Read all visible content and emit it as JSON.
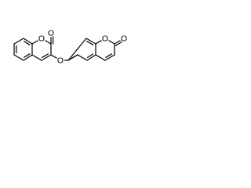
{
  "molecule": {
    "atoms": [
      {
        "symbol": ""
      },
      {
        "symbol": ""
      },
      {
        "symbol": ""
      },
      {
        "symbol": ""
      },
      {
        "symbol": ""
      },
      {
        "symbol": ""
      },
      {
        "symbol": ""
      },
      {
        "symbol": ""
      },
      {
        "symbol": ""
      },
      {
        "symbol": "O"
      },
      {
        "symbol": "O"
      },
      {
        "symbol": "O"
      },
      {
        "symbol": ""
      },
      {
        "symbol": ""
      },
      {
        "symbol": ""
      },
      {
        "symbol": ""
      },
      {
        "symbol": ""
      },
      {
        "symbol": ""
      },
      {
        "symbol": ""
      },
      {
        "symbol": ""
      },
      {
        "symbol": ""
      },
      {
        "symbol": "O"
      },
      {
        "symbol": "O"
      }
    ],
    "bonds": [
      {
        "a": 0,
        "b": 1,
        "order": 1
      },
      {
        "a": 1,
        "b": 2,
        "order": 2
      },
      {
        "a": 2,
        "b": 3,
        "order": 1
      },
      {
        "a": 3,
        "b": 4,
        "order": 2
      },
      {
        "a": 4,
        "b": 5,
        "order": 1
      },
      {
        "a": 5,
        "b": 0,
        "order": 2
      },
      {
        "a": 4,
        "b": 6,
        "order": 1
      },
      {
        "a": 6,
        "b": 7,
        "order": 2
      },
      {
        "a": 7,
        "b": 8,
        "order": 1
      },
      {
        "a": 8,
        "b": 9,
        "order": 1
      },
      {
        "a": 9,
        "b": 5,
        "order": 1
      },
      {
        "a": 8,
        "b": 10,
        "order": 2
      },
      {
        "a": 7,
        "b": 11,
        "order": 1
      },
      {
        "a": 11,
        "b": 12,
        "order": 1
      },
      {
        "a": 12,
        "b": 13,
        "order": 2
      },
      {
        "a": 13,
        "b": 14,
        "order": 1
      },
      {
        "a": 14,
        "b": 15,
        "order": 2
      },
      {
        "a": 15,
        "b": 16,
        "order": 1
      },
      {
        "a": 16,
        "b": 17,
        "order": 2
      },
      {
        "a": 17,
        "b": 12,
        "order": 1
      },
      {
        "a": 15,
        "b": 18,
        "order": 1
      },
      {
        "a": 18,
        "b": 19,
        "order": 2
      },
      {
        "a": 19,
        "b": 20,
        "order": 1
      },
      {
        "a": 20,
        "b": 21,
        "order": 1
      },
      {
        "a": 21,
        "b": 16,
        "order": 1
      },
      {
        "a": 20,
        "b": 22,
        "order": 2
      }
    ]
  }
}
